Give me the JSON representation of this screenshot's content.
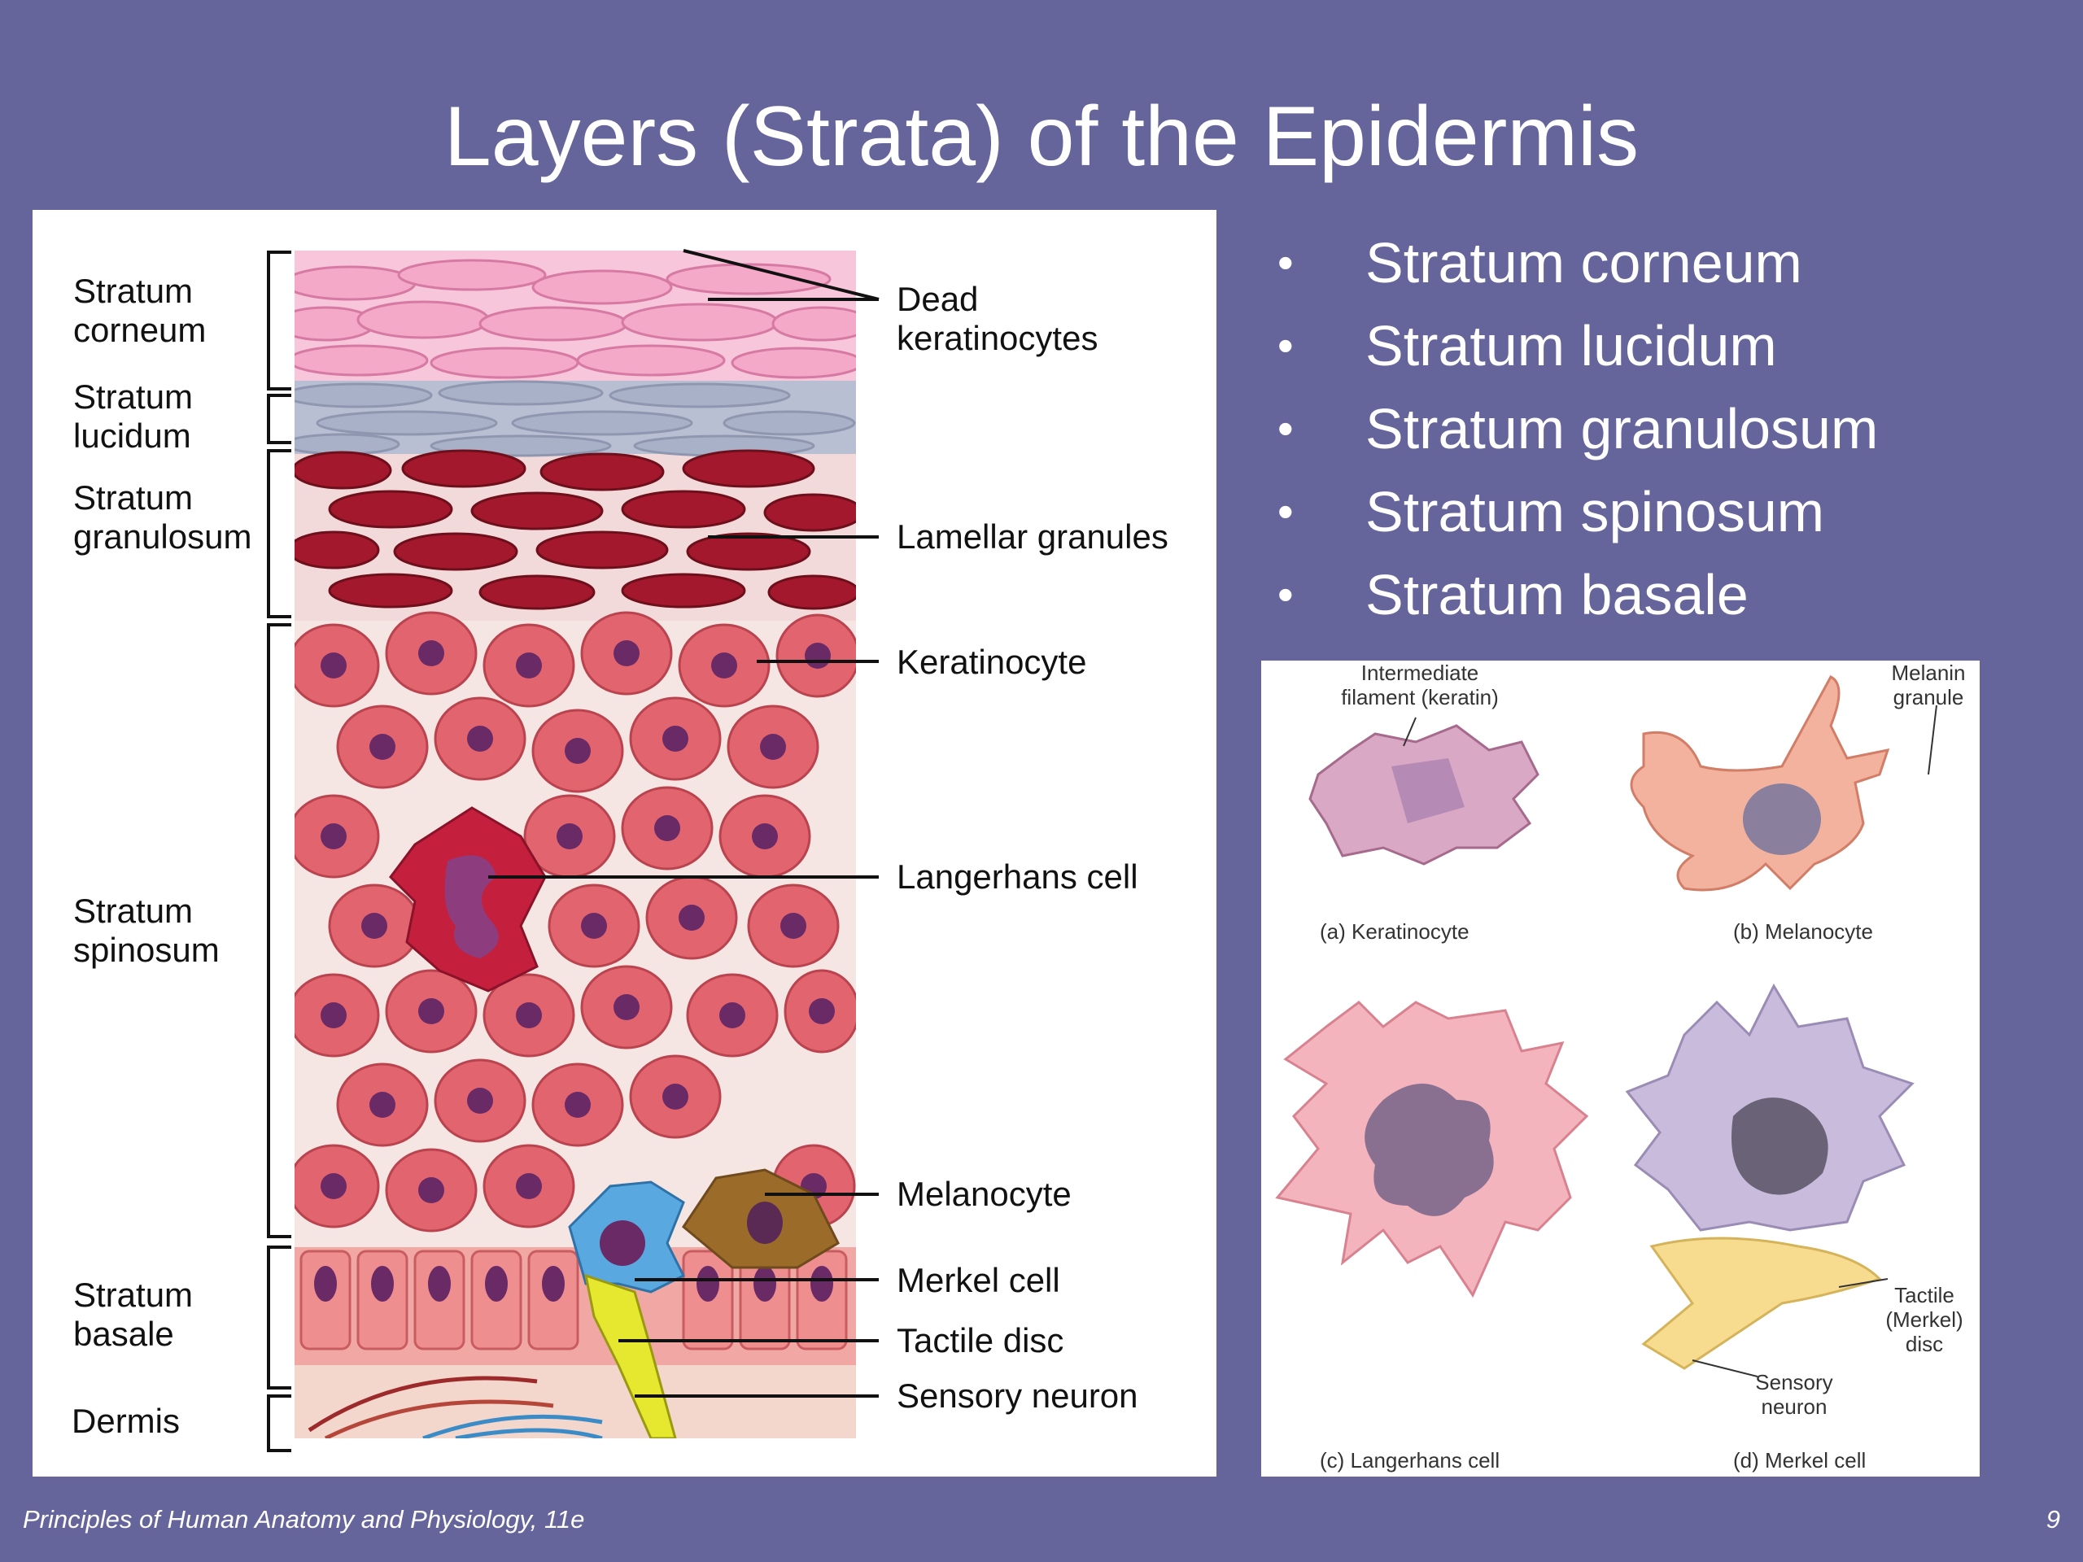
{
  "slide": {
    "title": "Layers (Strata) of the Epidermis",
    "footer": "Principles of Human Anatomy and Physiology, 11e",
    "page_number": "9"
  },
  "bullets": [
    "Stratum corneum",
    "Stratum lucidum",
    "Stratum granulosum",
    "Stratum spinosum",
    "Stratum basale"
  ],
  "layers": {
    "corneum": [
      "Stratum",
      "corneum"
    ],
    "lucidum": [
      "Stratum",
      "lucidum"
    ],
    "granulosum": [
      "Stratum",
      "granulosum"
    ],
    "spinosum": [
      "Stratum",
      "spinosum"
    ],
    "basale": [
      "Stratum",
      "basale"
    ],
    "dermis": "Dermis"
  },
  "callouts": {
    "dead_keratinocytes": [
      "Dead",
      "keratinocytes"
    ],
    "lamellar_granules": "Lamellar granules",
    "keratinocyte": "Keratinocyte",
    "langerhans_cell": "Langerhans cell",
    "melanocyte": "Melanocyte",
    "merkel_cell": "Merkel cell",
    "tactile_disc": "Tactile disc",
    "sensory_neuron": "Sensory neuron"
  },
  "cell_panel": {
    "keratin_note": [
      "Intermediate",
      "filament (keratin)"
    ],
    "melanin_note": [
      "Melanin",
      "granule"
    ],
    "caption_a": "(a) Keratinocyte",
    "caption_b": "(b) Melanocyte",
    "caption_c": "(c) Langerhans cell",
    "caption_d": "(d) Merkel cell",
    "tactile_note": [
      "Tactile",
      "(Merkel)",
      "disc"
    ],
    "sensory_note": [
      "Sensory",
      "neuron"
    ]
  },
  "colors": {
    "background": "#65649b",
    "corneum": "#f4a9c8",
    "lucidum": "#b9bfd2",
    "granulosum": "#a3182c",
    "spinosum": "#e2646e",
    "nucleus": "#6a2a66",
    "merkel": "#5aa8e0",
    "tactile": "#e6e830",
    "melanocyte": "#9b6b2a"
  }
}
